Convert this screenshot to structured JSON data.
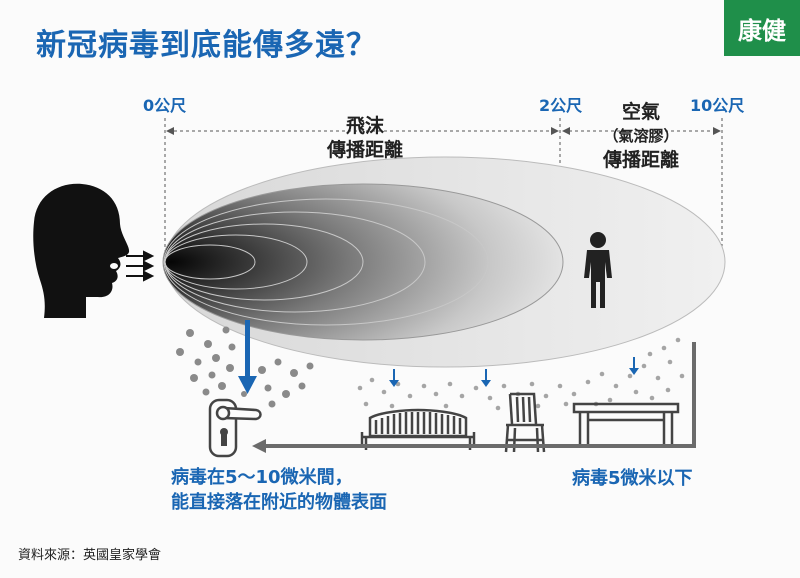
{
  "header": {
    "title": "新冠病毒到底能傳多遠？",
    "logo": "康健"
  },
  "distances": {
    "d0": "0公尺",
    "d2": "2公尺",
    "d10": "10公尺"
  },
  "zones": {
    "droplet": {
      "line1": "飛沫",
      "line2": "傳播距離"
    },
    "aerosol": {
      "line1": "空氣",
      "line2": "（氣溶膠）",
      "line3": "傳播距離"
    }
  },
  "notes": {
    "large": {
      "line1": "病毒在5～10微米間，",
      "line2": "能直接落在附近的物體表面"
    },
    "small": "病毒5微米以下"
  },
  "footer": {
    "source": "資料來源：英國皇家學會"
  },
  "colors": {
    "accent": "#1a66b3",
    "brand": "#1f8f4a"
  }
}
